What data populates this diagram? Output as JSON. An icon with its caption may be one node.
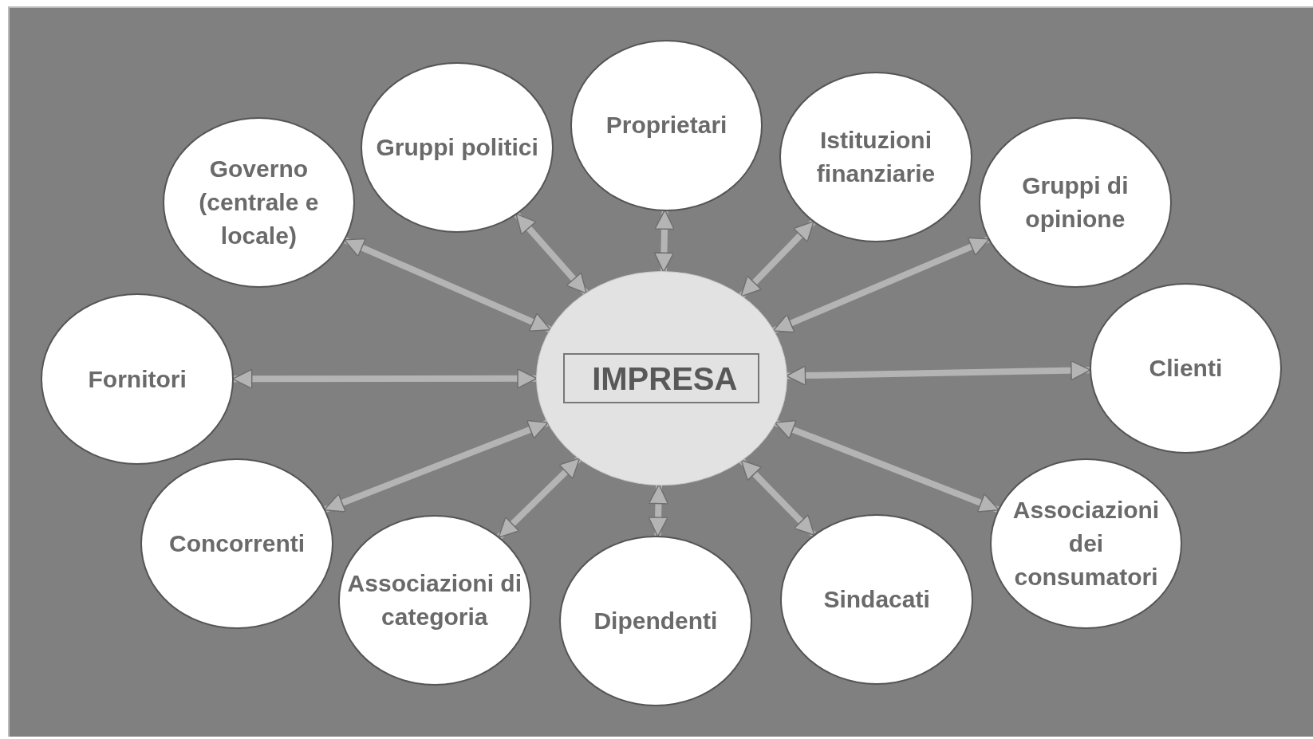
{
  "diagram": {
    "nodes": [
      {
        "text": [
          "IMPRESA"
        ]
      },
      {
        "text": [
          "Governo (centrale e locale)"
        ]
      },
      {
        "text": [
          "Gruppi politici"
        ]
      },
      {
        "text": [
          "Proprietari"
        ]
      },
      {
        "text": [
          "Istituzioni finanziarie"
        ]
      },
      {
        "text": [
          "Gruppi di opinione"
        ]
      },
      {
        "text": [
          "Fornitori"
        ]
      },
      {
        "text": [
          "Clienti"
        ]
      },
      {
        "text": [
          "Concorrenti"
        ]
      },
      {
        "text": [
          "Associazioni dei consumatori"
        ]
      },
      {
        "text": [
          "Associazioni di categoria"
        ]
      },
      {
        "text": [
          "Dipendenti"
        ]
      },
      {
        "text": [
          "Sindacati"
        ]
      }
    ],
    "edges": [
      {
        "from": 0,
        "to": 1,
        "arrow": "both"
      },
      {
        "from": 0,
        "to": 2,
        "arrow": "both"
      },
      {
        "from": 0,
        "to": 3,
        "arrow": "both"
      },
      {
        "from": 0,
        "to": 4,
        "arrow": "both"
      },
      {
        "from": 0,
        "to": 5,
        "arrow": "both"
      },
      {
        "from": 0,
        "to": 6,
        "arrow": "both"
      },
      {
        "from": 0,
        "to": 7,
        "arrow": "both"
      },
      {
        "from": 0,
        "to": 8,
        "arrow": "both"
      },
      {
        "from": 0,
        "to": 9,
        "arrow": "both"
      },
      {
        "from": 0,
        "to": 10,
        "arrow": "both"
      },
      {
        "from": 0,
        "to": 11,
        "arrow": "both"
      },
      {
        "from": 0,
        "to": 12,
        "arrow": "both"
      }
    ]
  }
}
